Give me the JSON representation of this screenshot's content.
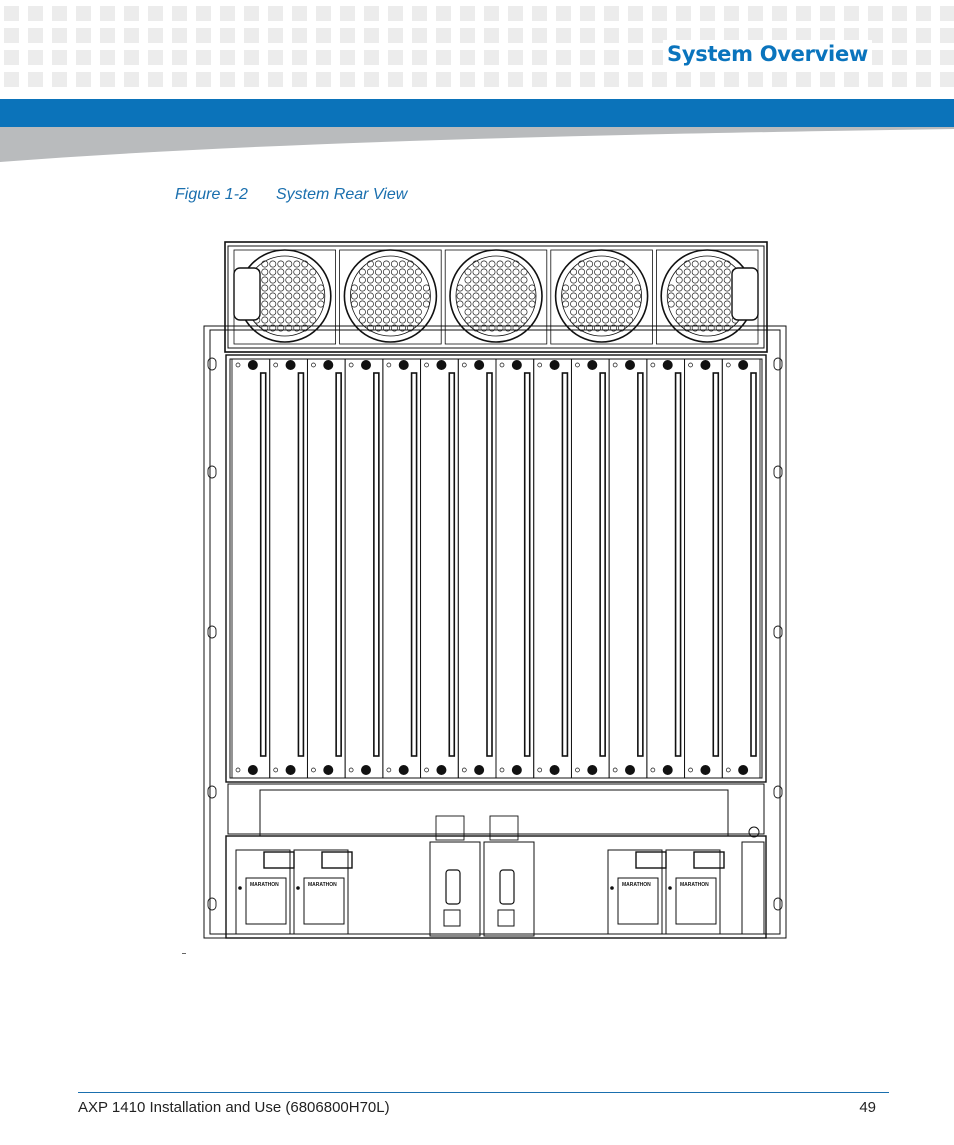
{
  "header": {
    "section_title": "System Overview",
    "band_color": "#0b73ba",
    "title_color": "#0a74bd"
  },
  "figure": {
    "number": "Figure 1-2",
    "title": "System Rear View",
    "drawing_description_icon": "chassis-rear-line-drawing",
    "card_slots": 14,
    "fans": 5,
    "power_supplies": 4,
    "psu_label": "MARATHON"
  },
  "footer": {
    "document_title": "AXP 1410 Installation and Use (6806800H70L)",
    "page_number": "49",
    "rule_color": "#1a6fae"
  }
}
